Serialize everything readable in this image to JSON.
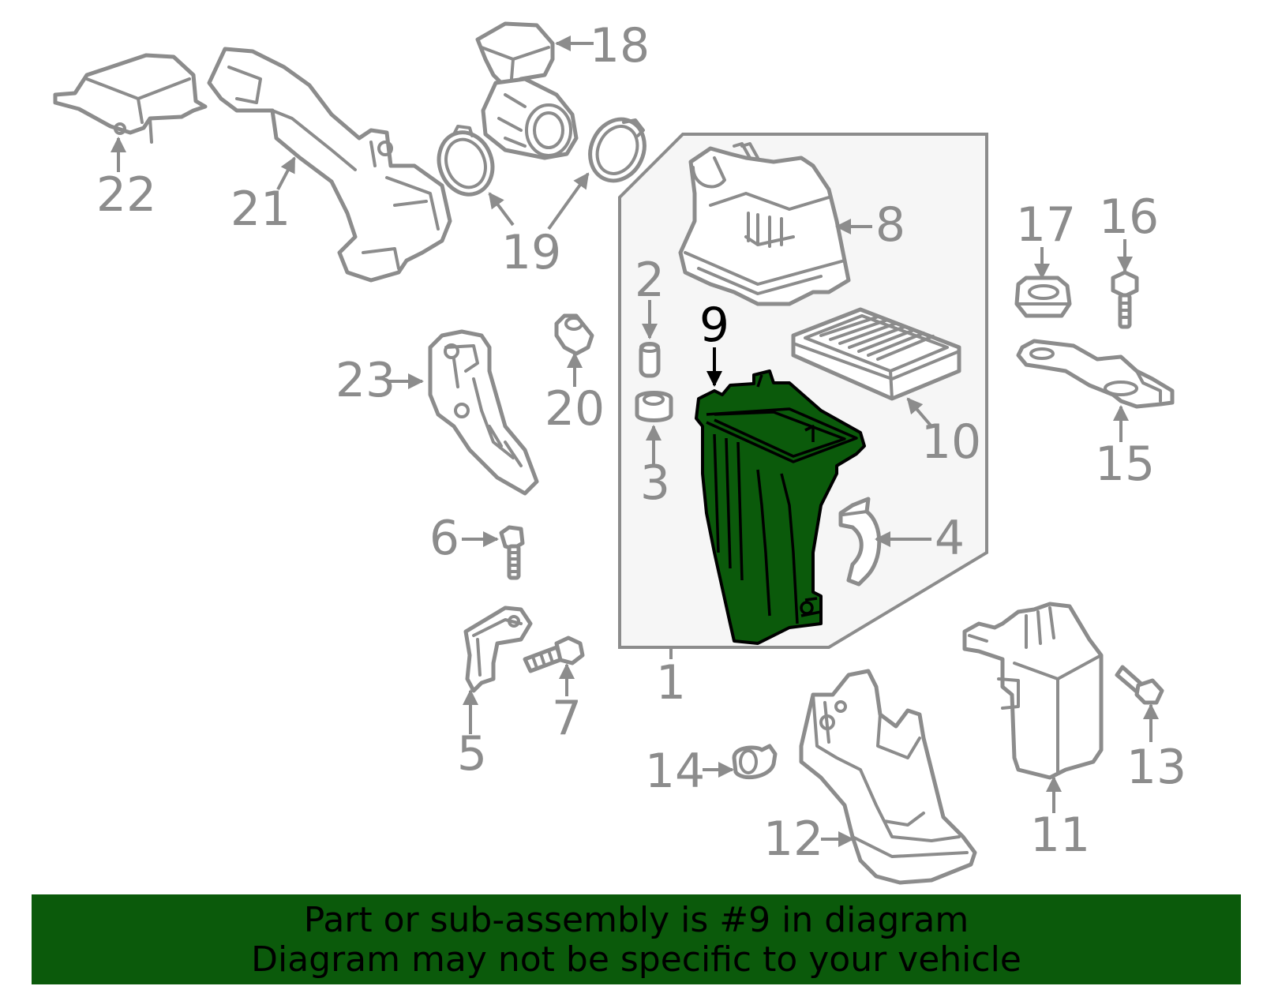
{
  "callouts": {
    "c1": "1",
    "c2": "2",
    "c3": "3",
    "c4": "4",
    "c5": "5",
    "c6": "6",
    "c7": "7",
    "c8": "8",
    "c9": "9",
    "c10": "10",
    "c11": "11",
    "c12": "12",
    "c13": "13",
    "c14": "14",
    "c15": "15",
    "c16": "16",
    "c17": "17",
    "c18": "18",
    "c19": "19",
    "c20": "20",
    "c21": "21",
    "c22": "22",
    "c23": "23"
  },
  "highlighted_part": "9",
  "colors": {
    "highlight": "#0b5a0b",
    "line_art": "#8c8c8c",
    "assembly_box": "#f6f6f6"
  },
  "banner": {
    "line1": "Part or sub-assembly is #9 in diagram",
    "line2": "Diagram may not be specific to your vehicle"
  }
}
